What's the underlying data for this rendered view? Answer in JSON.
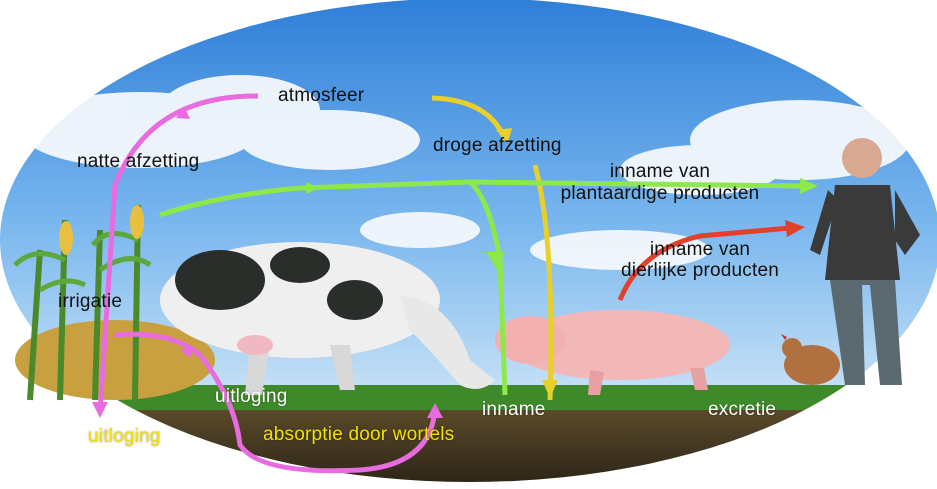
{
  "labels": {
    "atmosfeer": "atmosfeer",
    "natte_afzetting": "natte afzetting",
    "droge_afzetting": "droge afzetting",
    "inname_plantaardig_1": "inname van",
    "inname_plantaardig_2": "plantaardige producten",
    "inname_dierlijk_1": "inname van",
    "inname_dierlijk_2": "dierlijke producten",
    "irrigatie": "irrigatie",
    "uitloging_top": "uitloging",
    "inname": "inname",
    "excretie": "excretie",
    "uitloging_bottom": "uitloging",
    "absorptie": "absorptie door wortels"
  },
  "icons": [
    "cloud-icon",
    "corn-plant-icon",
    "cow-icon",
    "pig-icon",
    "chicken-icon",
    "farmer-icon"
  ],
  "colors": {
    "magenta_flow": "#e86be0",
    "yellow_flow": "#e8cf2a",
    "green_flow": "#8de84a",
    "red_flow": "#e2402a",
    "label_yellow": "#f2e000"
  }
}
